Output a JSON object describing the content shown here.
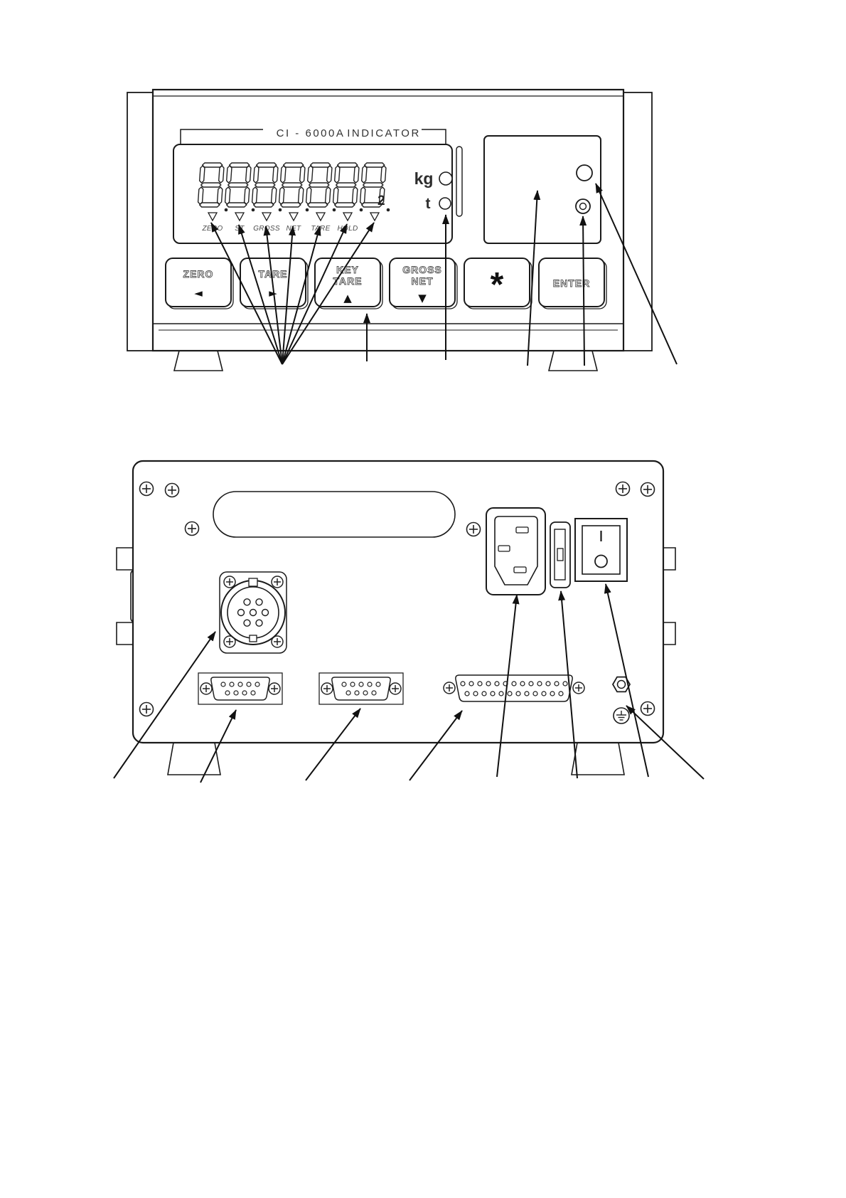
{
  "front_panel": {
    "model": "CI - 6000A",
    "device_type": "INDICATOR",
    "display": {
      "digits": [
        "8",
        "8",
        "8",
        "8",
        "8",
        "8",
        "8"
      ],
      "sub_digit": "2",
      "annunciators": [
        "ZERO",
        "ST",
        "GROSS",
        "NET",
        "TARE",
        "HOLD"
      ],
      "unit_kg": "kg",
      "unit_t": "t"
    },
    "buttons": [
      {
        "line1": "ZERO",
        "symbol": "◄"
      },
      {
        "line1": "TARE",
        "symbol": "►"
      },
      {
        "line1": "KEY",
        "line2": "TARE",
        "symbol": "▲"
      },
      {
        "line1": "GROSS",
        "line2": "NET",
        "symbol": "▼"
      },
      {
        "line1": "*"
      },
      {
        "line1": "ENTER"
      }
    ]
  },
  "colors": {
    "line": "#1a1a1a",
    "paper": "#ffffff"
  }
}
